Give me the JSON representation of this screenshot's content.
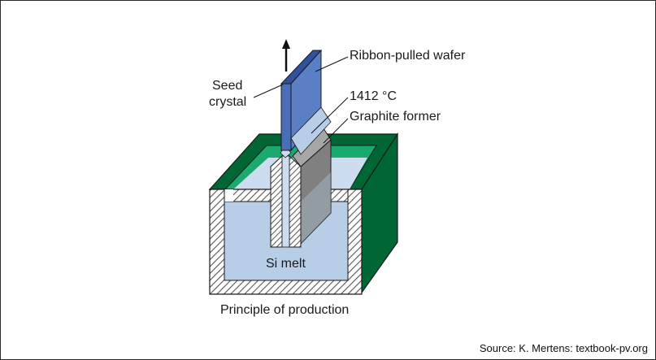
{
  "diagram": {
    "labels": {
      "seed_crystal_line1": "Seed",
      "seed_crystal_line2": "crystal",
      "ribbon_wafer": "Ribbon-pulled wafer",
      "temperature": "1412 °C",
      "graphite_former": "Graphite former",
      "si_melt": "Si melt",
      "caption": "Principle of production"
    },
    "source": "Source: K. Mertens: textbook-pv.org",
    "colors": {
      "crucible_green": "#006633",
      "crucible_light_green": "#1aaa70",
      "melt": "#b8cde6",
      "melt_top": "#cddcee",
      "wafer_blue": "#5a7fc4",
      "wafer_dark_blue": "#2f52a0",
      "graphite": "#808080",
      "hatch": "#555555"
    }
  }
}
